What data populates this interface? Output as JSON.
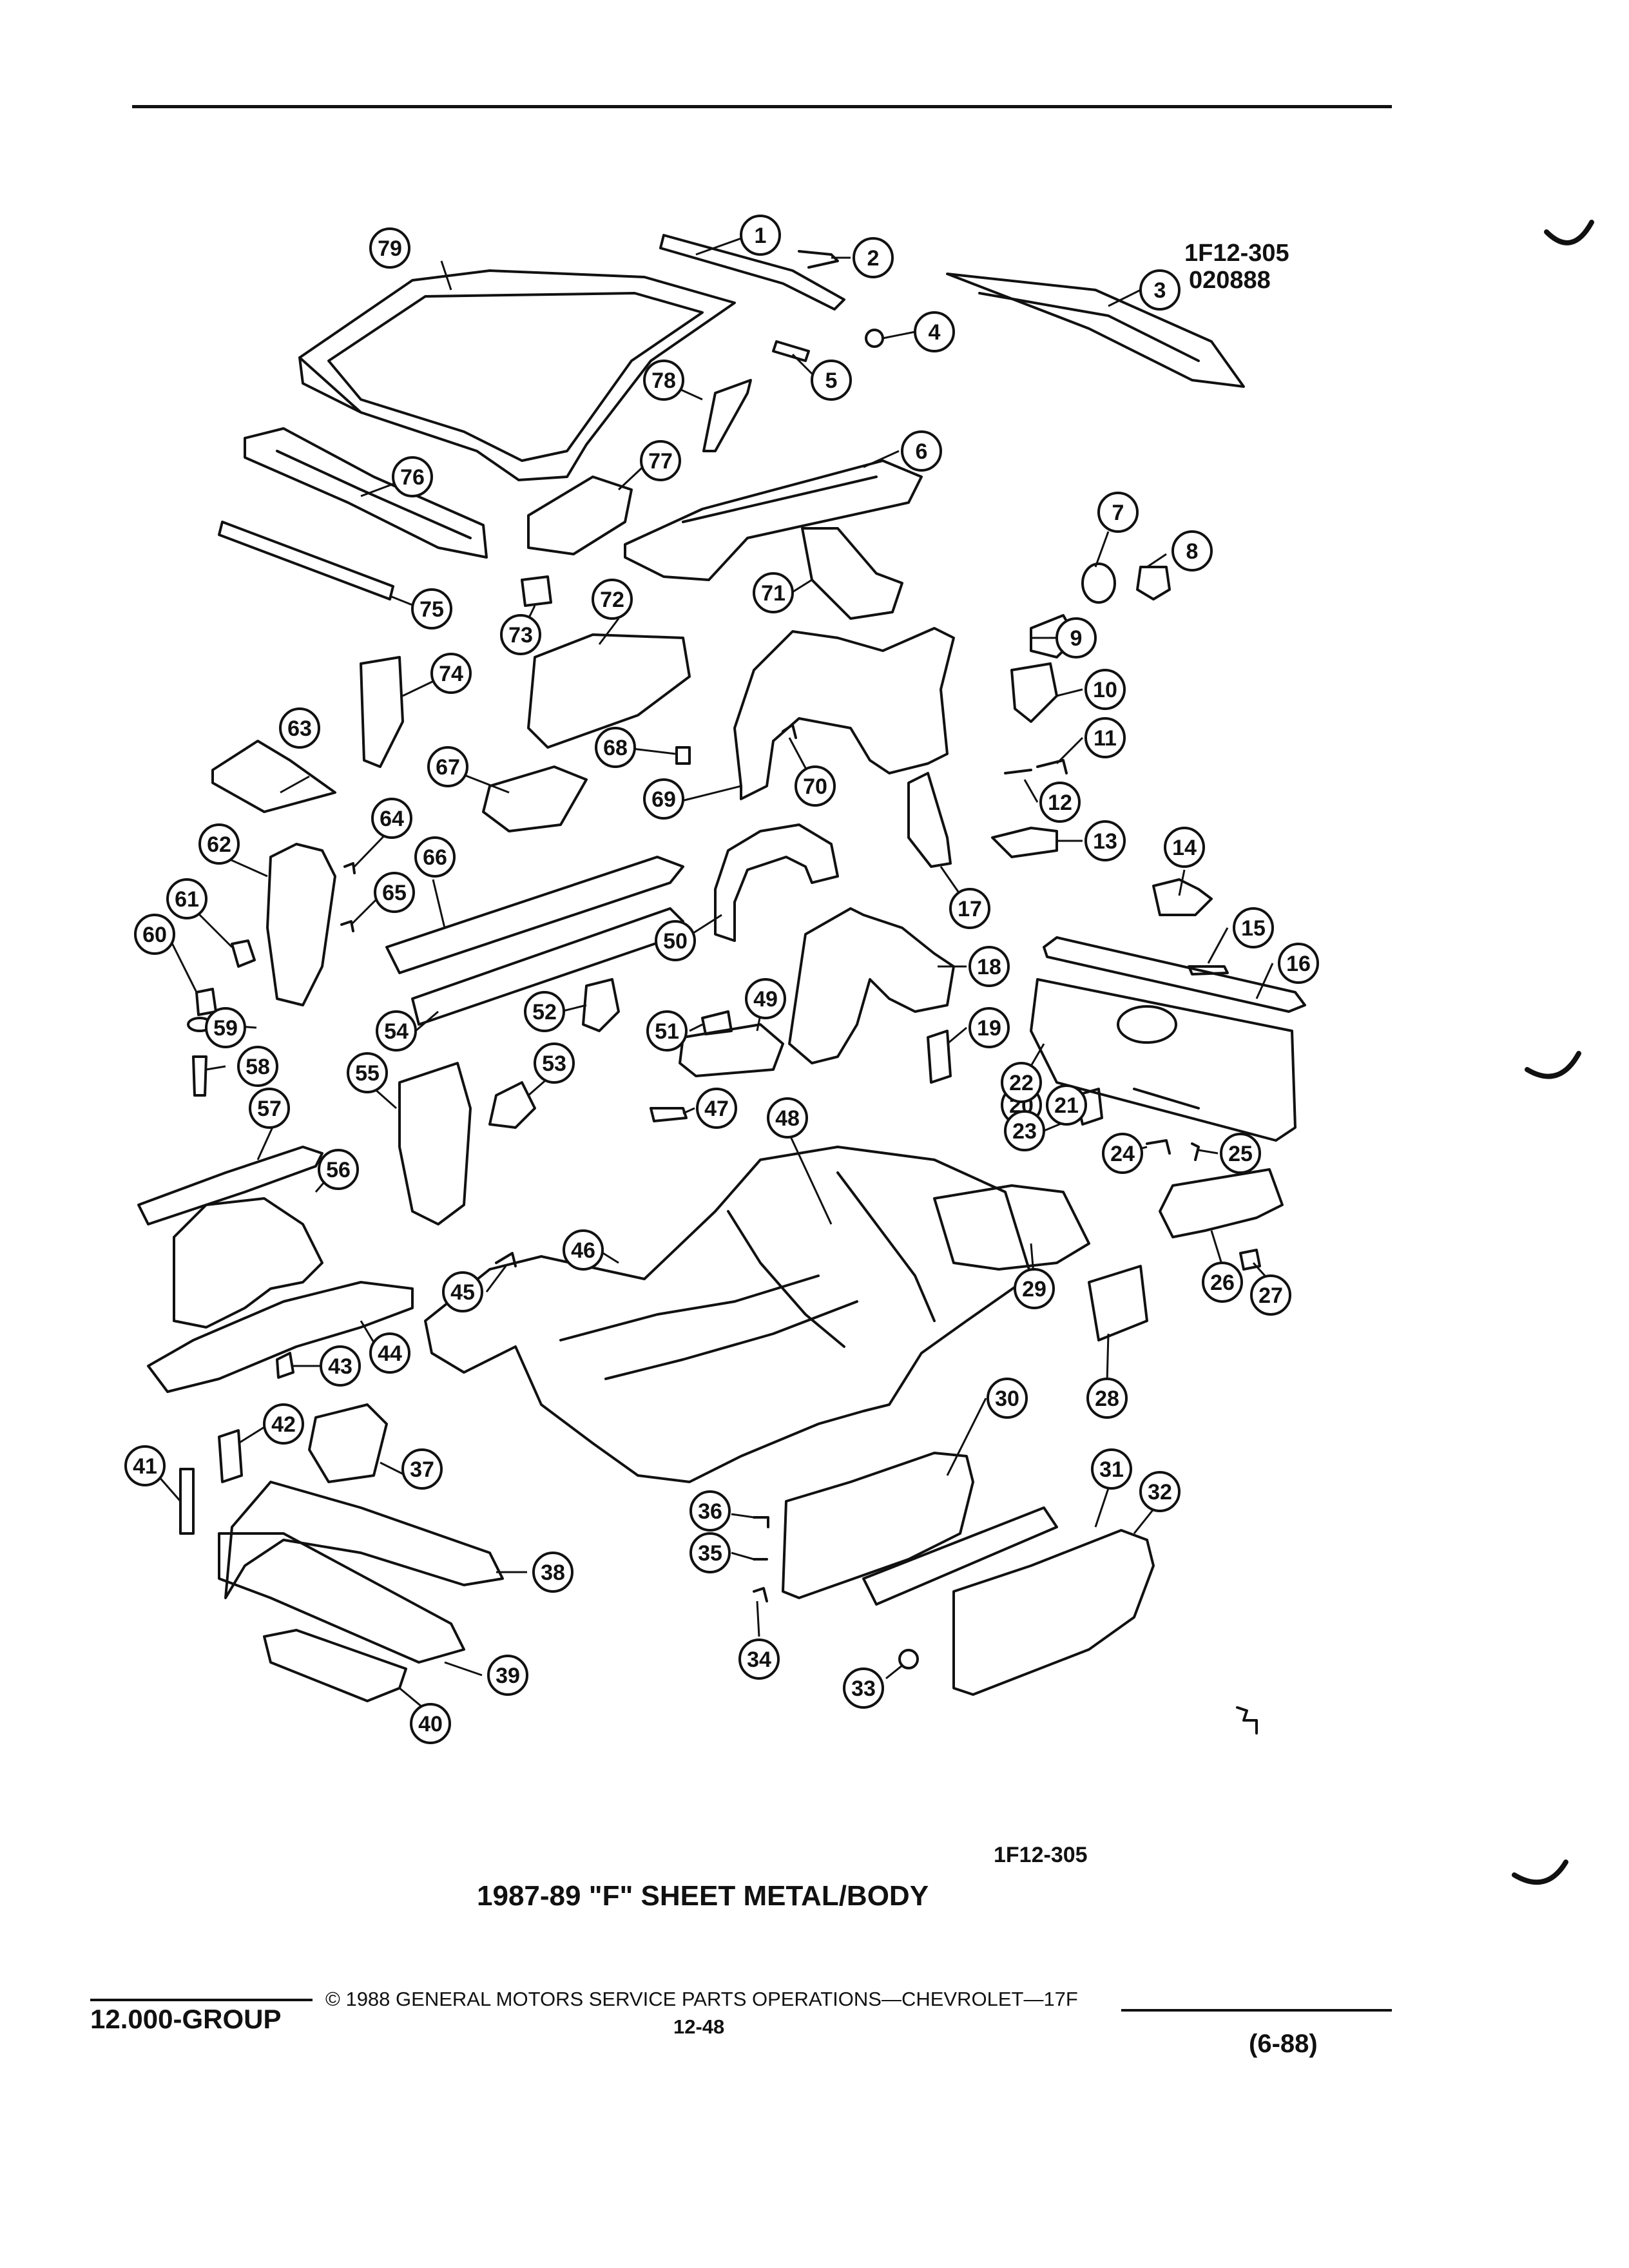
{
  "diagram": {
    "ref_code": "1F12-305",
    "ref_date": "020888",
    "footer_code": "1F12-305",
    "title": "1987-89 \"F\" SHEET METAL/BODY"
  },
  "footer": {
    "group": "12.000-GROUP",
    "copyright": "©  1988  GENERAL MOTORS SERVICE PARTS OPERATIONS—CHEVROLET—17F",
    "page": "12-48",
    "revision": "(6-88)"
  },
  "callouts": [
    "1",
    "2",
    "3",
    "4",
    "5",
    "6",
    "7",
    "8",
    "9",
    "10",
    "11",
    "12",
    "13",
    "14",
    "15",
    "16",
    "17",
    "18",
    "19",
    "20",
    "21",
    "22",
    "23",
    "24",
    "25",
    "26",
    "27",
    "28",
    "29",
    "30",
    "31",
    "32",
    "33",
    "34",
    "35",
    "36",
    "37",
    "38",
    "39",
    "40",
    "41",
    "42",
    "43",
    "44",
    "45",
    "46",
    "47",
    "48",
    "49",
    "50",
    "51",
    "52",
    "53",
    "54",
    "55",
    "56",
    "57",
    "58",
    "59",
    "60",
    "61",
    "62",
    "63",
    "64",
    "65",
    "66",
    "67",
    "68",
    "69",
    "70",
    "71",
    "72",
    "73",
    "74",
    "75",
    "76",
    "77",
    "78",
    "79"
  ]
}
